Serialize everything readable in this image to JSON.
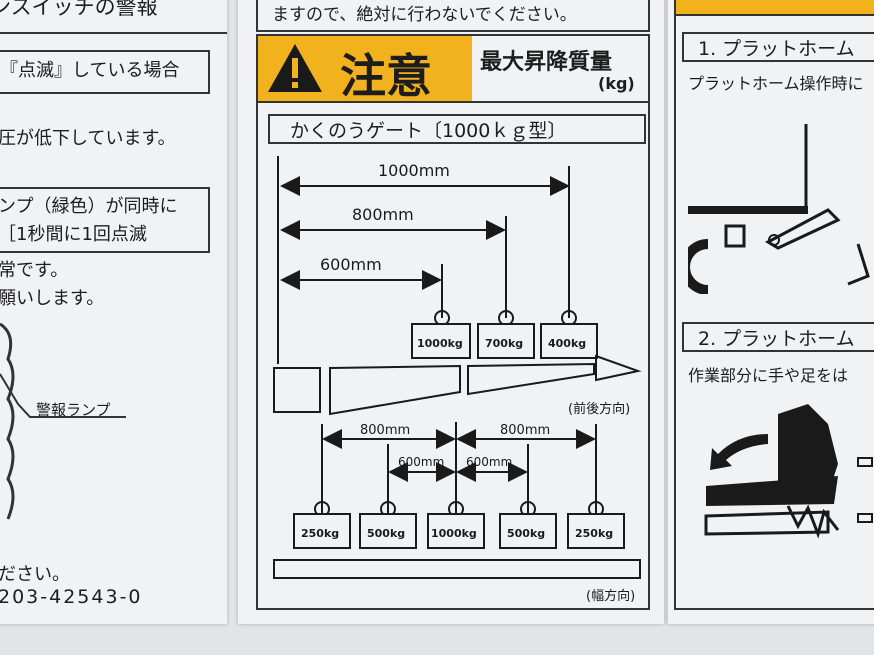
{
  "left_panel": {
    "title_fragment": "ンスイッチの警報",
    "blink_note": "『点滅』している場合",
    "pressure_note": "圧が低下しています。",
    "lamp_box": [
      "ンプ（緑色）が同時に",
      "［1秒間に1回点滅"
    ],
    "normal_lines": [
      "常です。",
      "願いします。"
    ],
    "alarm_lamp_label": "警報ランプ",
    "closing_line": "ださい。",
    "part_number": "203-42543-0"
  },
  "middle_panel": {
    "top_warning": "ますので、絶対に行わないでください。",
    "caution_label": "注意",
    "max_load_label": "最大昇降質量",
    "max_load_unit": "(kg)",
    "gate_model": "かくのうゲート〔1000ｋｇ型〕",
    "front_back": {
      "dims": [
        "1000mm",
        "800mm",
        "600mm"
      ],
      "weights": [
        "1000kg",
        "700kg",
        "400kg"
      ],
      "direction_label": "(前後方向)"
    },
    "width": {
      "dims_outer": [
        "800mm",
        "800mm"
      ],
      "dims_inner": [
        "600mm",
        "600mm"
      ],
      "weights": [
        "250kg",
        "500kg",
        "1000kg",
        "500kg",
        "250kg"
      ],
      "direction_label": "(幅方向)"
    }
  },
  "right_panel": {
    "item1_title": "1. プラットホーム",
    "item1_text": "プラットホーム操作時に",
    "item2_title": "2. プラットホーム",
    "item2_text": "作業部分に手や足をは"
  },
  "colors": {
    "caution_yellow": "#f2b21e",
    "ink": "#1a1a1a",
    "label_bg": "#f1f2f4"
  }
}
